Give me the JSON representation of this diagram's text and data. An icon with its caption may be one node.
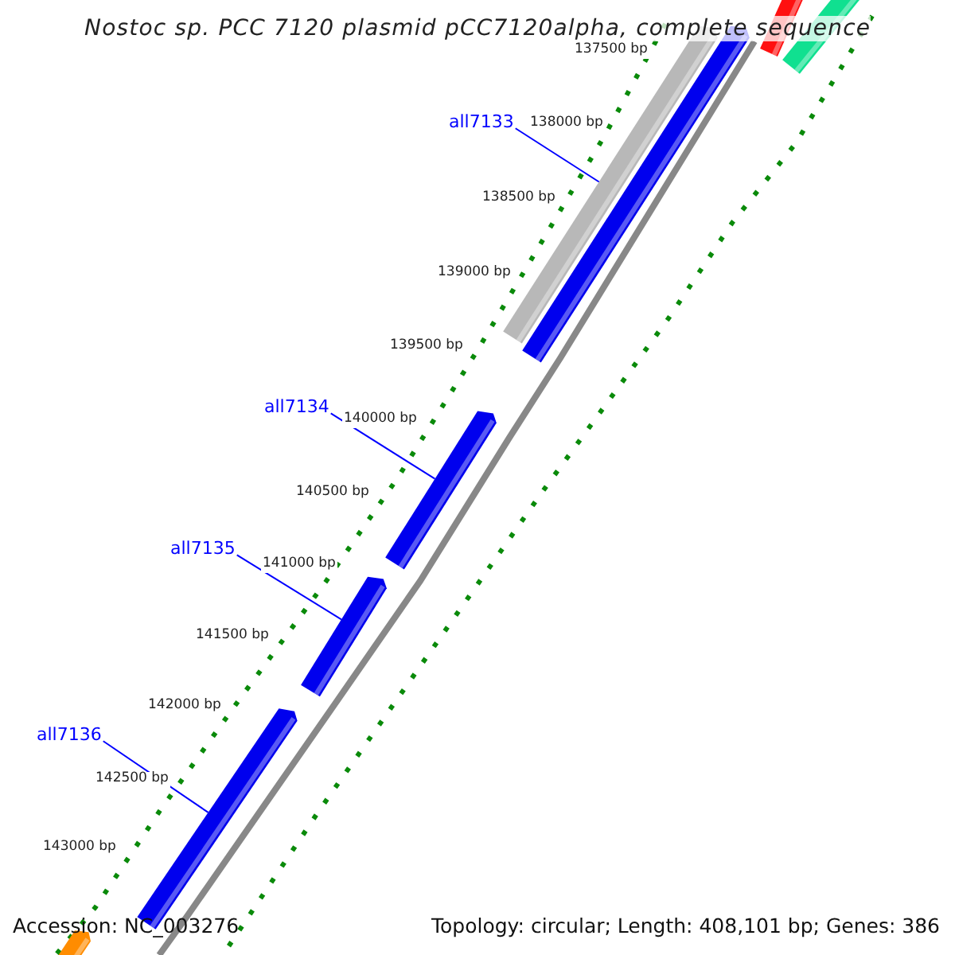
{
  "diagram": {
    "title": "Nostoc sp. PCC 7120 plasmid pCC7120alpha, complete sequence",
    "nodes": [
      {
        "text": [
          "all7133"
        ]
      },
      {
        "text": [
          "all7134"
        ]
      },
      {
        "text": [
          "all7135"
        ]
      },
      {
        "text": [
          "all7136"
        ]
      },
      {
        "text": [],
        "shape": "arrow"
      },
      {
        "text": [],
        "shape": "arrow"
      },
      {
        "text": [],
        "shape": "arrow"
      },
      {
        "text": [],
        "shape": "arrow"
      },
      {
        "text": [],
        "shape": "arrow"
      },
      {
        "text": [],
        "shape": "arrow"
      },
      {
        "text": [],
        "shape": "arrow"
      },
      {
        "text": [],
        "shape": "arrow"
      }
    ],
    "edges": [
      {
        "from": 0,
        "to": 6,
        "arrow": "none"
      },
      {
        "from": 1,
        "to": 8,
        "arrow": "none"
      },
      {
        "from": 2,
        "to": 9,
        "arrow": "none"
      },
      {
        "from": 3,
        "to": 10,
        "arrow": "none"
      }
    ],
    "labels": [
      "137500 bp",
      "138000 bp",
      "138500 bp",
      "139000 bp",
      "139500 bp",
      "140000 bp",
      "140500 bp",
      "141000 bp",
      "141500 bp",
      "142000 bp",
      "142500 bp",
      "143000 bp",
      "Accession: NC_003276",
      "Topology: circular; Length: 408,101 bp; Genes: 386"
    ]
  }
}
